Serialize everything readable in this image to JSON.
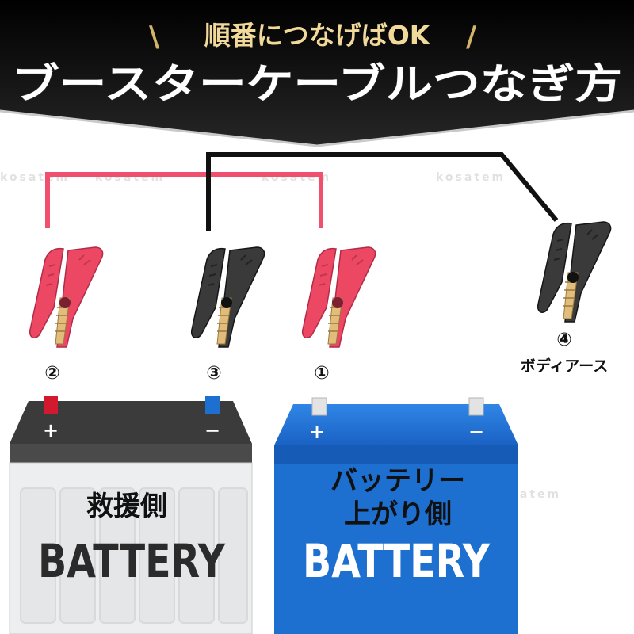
{
  "header": {
    "subtitle": "順番につなげばOK",
    "slash_left": "\\",
    "slash_right": "/",
    "title": "ブースターケーブルつなぎ方"
  },
  "clamps": [
    {
      "number": "②",
      "color": "red"
    },
    {
      "number": "③",
      "color": "black"
    },
    {
      "number": "①",
      "color": "red"
    },
    {
      "number": "④",
      "color": "black",
      "label": "ボディアース"
    }
  ],
  "batteries": {
    "rescue": {
      "plus": "+",
      "minus": "−",
      "side_label": "救援側",
      "brand": "BATTERY"
    },
    "dead": {
      "plus": "+",
      "minus": "−",
      "side_label_line1": "バッテリー",
      "side_label_line2": "上がり側",
      "brand": "BATTERY"
    }
  },
  "watermark": "kosatem",
  "colors": {
    "red_cable": "#f0506e",
    "black_cable": "#111111",
    "red_clamp": "#ec4863",
    "black_clamp": "#3a3a3a",
    "header_bg": "#111111",
    "blue_battery": "#1d6fd0",
    "white_battery": "#eceeef"
  }
}
